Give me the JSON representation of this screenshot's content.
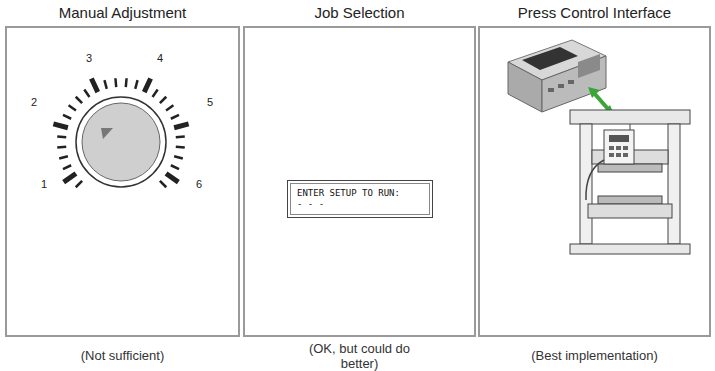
{
  "diagram": {
    "nodes": [
      {
        "text": [
          "Manual Adjustment"
        ]
      },
      {
        "text": [
          "Job Selection"
        ]
      },
      {
        "text": [
          "ENTER SETUP TO RUN:",
          "- - -"
        ],
        "in": 1
      },
      {
        "text": [
          "Press Control Interface"
        ]
      }
    ],
    "labels": [
      "1",
      "2",
      "3",
      "4",
      "5",
      "6",
      "(Not sufficient)",
      "(OK, but could do better)",
      "(Best implementation)"
    ]
  }
}
